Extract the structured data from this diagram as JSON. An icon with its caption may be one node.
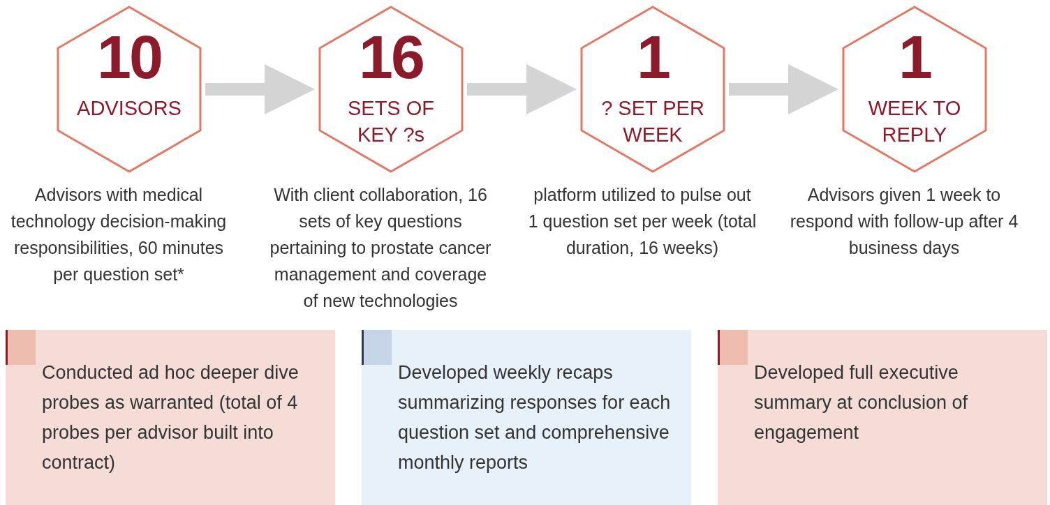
{
  "diagram": {
    "nodes": [
      {
        "text": [
          "10",
          "ADVISORS"
        ],
        "beside": [
          "Advisors with medical technology decision-making responsibilities, 60 minutes per question set*"
        ]
      },
      {
        "text": [
          "16",
          "SETS OF KEY ?s"
        ],
        "beside": [
          "With client collaboration, 16 sets of key questions pertaining to prostate cancer management and coverage of new technologies"
        ]
      },
      {
        "text": [
          "1",
          "? SET PER WEEK"
        ],
        "beside": [
          "platform utilized to pulse out 1 question set per week (total duration, 16 weeks)"
        ]
      },
      {
        "text": [
          "1",
          "WEEK TO REPLY"
        ],
        "beside": [
          "Advisors given 1 week to respond with follow-up after 4 business days"
        ]
      },
      {
        "text": [
          "Conducted ad hoc deeper dive probes as warranted (total of 4 probes per advisor built into contract)"
        ]
      },
      {
        "text": [
          "Developed weekly recaps summarizing responses for each question set and comprehensive monthly reports"
        ]
      },
      {
        "text": [
          "Developed full executive summary at conclusion of engagement"
        ]
      }
    ],
    "edges": [
      {
        "from": 0,
        "to": 1,
        "arrow": "to"
      },
      {
        "from": 1,
        "to": 2,
        "arrow": "to"
      },
      {
        "from": 2,
        "to": 3,
        "arrow": "to"
      }
    ]
  }
}
